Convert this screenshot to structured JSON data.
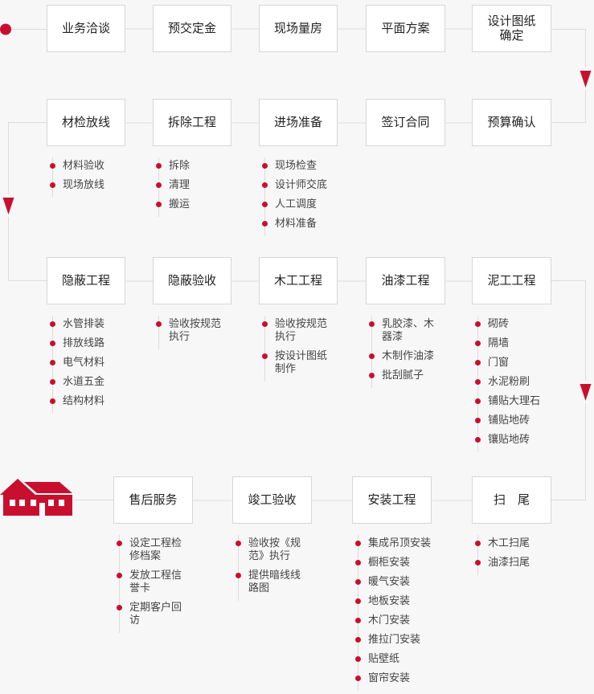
{
  "colors": {
    "accent": "#c8102e",
    "line": "#dcdcdc",
    "box_border": "#d6d6d6",
    "background": "#f7f7f7"
  },
  "icons": {
    "start": "start-dot-icon",
    "turn": "arrow-down-icon",
    "end": "house-icon"
  },
  "rows": [
    {
      "id": "row1",
      "steps": [
        {
          "label": "业务洽谈",
          "items": []
        },
        {
          "label": "预交定金",
          "items": []
        },
        {
          "label": "现场量房",
          "items": []
        },
        {
          "label": "平面方案",
          "items": []
        },
        {
          "label": "设计图纸\n确定",
          "items": []
        }
      ]
    },
    {
      "id": "row2",
      "steps": [
        {
          "label": "材检放线",
          "items": [
            "材料验收",
            "现场放线"
          ]
        },
        {
          "label": "拆除工程",
          "items": [
            "拆除",
            "清理",
            "搬运"
          ]
        },
        {
          "label": "进场准备",
          "items": [
            "现场检查",
            "设计师交底",
            "人工调度",
            "材料准备"
          ]
        },
        {
          "label": "签订合同",
          "items": []
        },
        {
          "label": "预算确认",
          "items": []
        }
      ]
    },
    {
      "id": "row3",
      "steps": [
        {
          "label": "隐蔽工程",
          "items": [
            "水管排装",
            "排放线路",
            "电气材料",
            "水道五金",
            "结构材料"
          ]
        },
        {
          "label": "隐蔽验收",
          "items": [
            "验收按规范\n执行"
          ]
        },
        {
          "label": "木工工程",
          "items": [
            "验收按规范\n执行",
            "按设计图纸\n制作"
          ]
        },
        {
          "label": "油漆工程",
          "items": [
            "乳胶漆、木\n器漆",
            "木制作油漆",
            "批刮腻子"
          ]
        },
        {
          "label": "泥工工程",
          "items": [
            "砌砖",
            "隔墙",
            "门窗",
            "水泥粉刷",
            "铺贴大理石",
            "铺贴地砖",
            "镶贴地砖"
          ]
        }
      ]
    },
    {
      "id": "row4",
      "steps": [
        {
          "label": "售后服务",
          "items": [
            "设定工程检\n修档案",
            "发放工程信\n誉卡",
            "定期客户回\n访"
          ]
        },
        {
          "label": "竣工验收",
          "items": [
            "验收按《规\n范》执行",
            "提供暗线线\n路图"
          ]
        },
        {
          "label": "安装工程",
          "items": [
            "集成吊顶安装",
            "橱柜安装",
            "暖气安装",
            "地板安装",
            "木门安装",
            "推拉门安装",
            "贴壁纸",
            "窗帘安装"
          ]
        },
        {
          "label": "扫　尾",
          "items": [
            "木工扫尾",
            "油漆扫尾"
          ]
        }
      ]
    }
  ]
}
